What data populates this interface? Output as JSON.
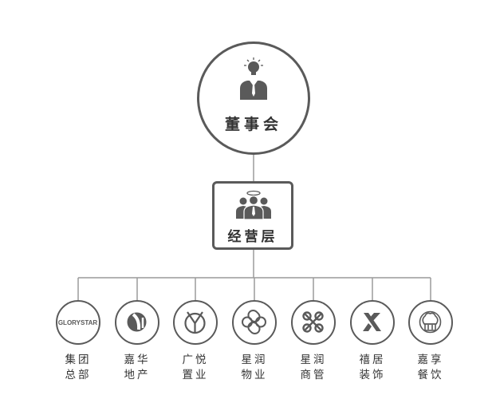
{
  "board": {
    "label": "董事会",
    "icon": "businessman-lightbulb-icon"
  },
  "management": {
    "label": "经营层",
    "icon": "team-group-icon"
  },
  "subsidiaries": [
    {
      "key": "group",
      "line1": "集团",
      "line2": "总部",
      "icon": "glorystar-logo-icon",
      "logo_text": "GLORYSTAR"
    },
    {
      "key": "property",
      "line1": "嘉华",
      "line2": "地产",
      "icon": "property-logo-icon"
    },
    {
      "key": "yue",
      "line1": "广悦",
      "line2": "置业",
      "icon": "guangyue-logo-icon"
    },
    {
      "key": "property-mgmt",
      "line1": "星润",
      "line2": "物业",
      "icon": "clover-logo-icon"
    },
    {
      "key": "commercial",
      "line1": "星润",
      "line2": "商管",
      "icon": "knot-logo-icon"
    },
    {
      "key": "decoration",
      "line1": "禧居",
      "line2": "装饰",
      "icon": "x-cross-logo-icon"
    },
    {
      "key": "catering",
      "line1": "嘉享",
      "line2": "餐饮",
      "icon": "chef-hat-logo-icon"
    }
  ],
  "colors": {
    "stroke": "#5a5a5a",
    "line": "#9a9a9a",
    "text": "#333333"
  }
}
